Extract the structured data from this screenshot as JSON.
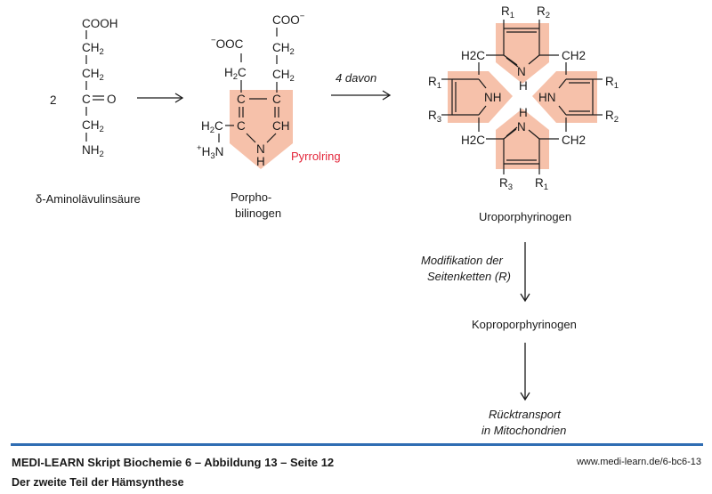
{
  "colors": {
    "ring_fill": "#f6c1aa",
    "accent_red": "#e3263a",
    "footer_rule": "#2f6db3",
    "text": "#1a1a1a"
  },
  "ala": {
    "coefficient": "2",
    "cooh": "COOH",
    "ch": "CH",
    "two": "2",
    "c_eq_o": "C = O",
    "nh": "NH",
    "name": "δ-Aminolävulinsäure"
  },
  "pbg": {
    "coo_minus": "COO",
    "minus": "−",
    "ooc": "OOC",
    "ch": "CH",
    "two": "2",
    "h": "H",
    "c": "C",
    "ch_ring": "CH",
    "n": "N",
    "three": "3",
    "plus": "+",
    "ring_label": "Pyrrolring",
    "name_line1": "Porpho-",
    "name_line2": "bilinogen"
  },
  "arrows": {
    "step2_label": "4 davon",
    "step3_label_line1": "Modifikation der",
    "step3_label_line2": "Seitenketten (R)"
  },
  "uro": {
    "r": "R",
    "r1": "1",
    "r2": "2",
    "r3": "3",
    "h2c": "H2C",
    "ch2": "CH2",
    "nh": "NH",
    "hn": "HN",
    "n": "N",
    "h": "H",
    "name": "Uroporphyrinogen"
  },
  "kopro": {
    "name": "Koproporphyrinogen"
  },
  "final": {
    "line1": "Rücktransport",
    "line2": "in Mitochondrien"
  },
  "footer": {
    "title": "MEDI-LEARN Skript Biochemie 6 – Abbildung 13 – Seite 12",
    "subtitle": "Der zweite Teil der Hämsynthese",
    "url": "www.medi-learn.de/6-bc6-13"
  }
}
